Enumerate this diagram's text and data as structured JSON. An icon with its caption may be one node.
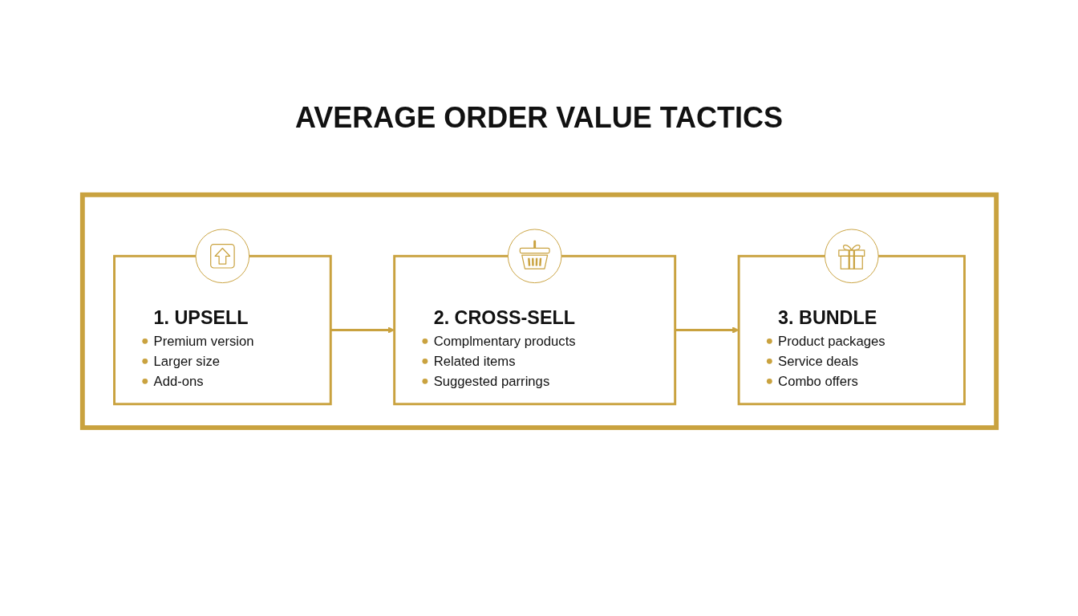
{
  "diagram": {
    "title": "AVERAGE ORDER VALUE TACTICS",
    "nodes": [
      {
        "text": [],
        "shape": "box"
      },
      {
        "text": [
          "1. UPSELL",
          "Premium version",
          "Larger size",
          "Add-ons"
        ],
        "in": 0
      },
      {
        "text": [
          "2. CROSS-SELL",
          "Complmentary products",
          "Related items",
          "Suggested parrings"
        ],
        "in": 0
      },
      {
        "text": [
          "3. BUNDLE",
          "Product packages",
          "Service deals",
          "Combo offers"
        ],
        "in": 0
      }
    ],
    "edges": [
      {
        "from": 1,
        "to": 2,
        "arrow": "to"
      },
      {
        "from": 2,
        "to": 3,
        "arrow": "to"
      }
    ]
  }
}
